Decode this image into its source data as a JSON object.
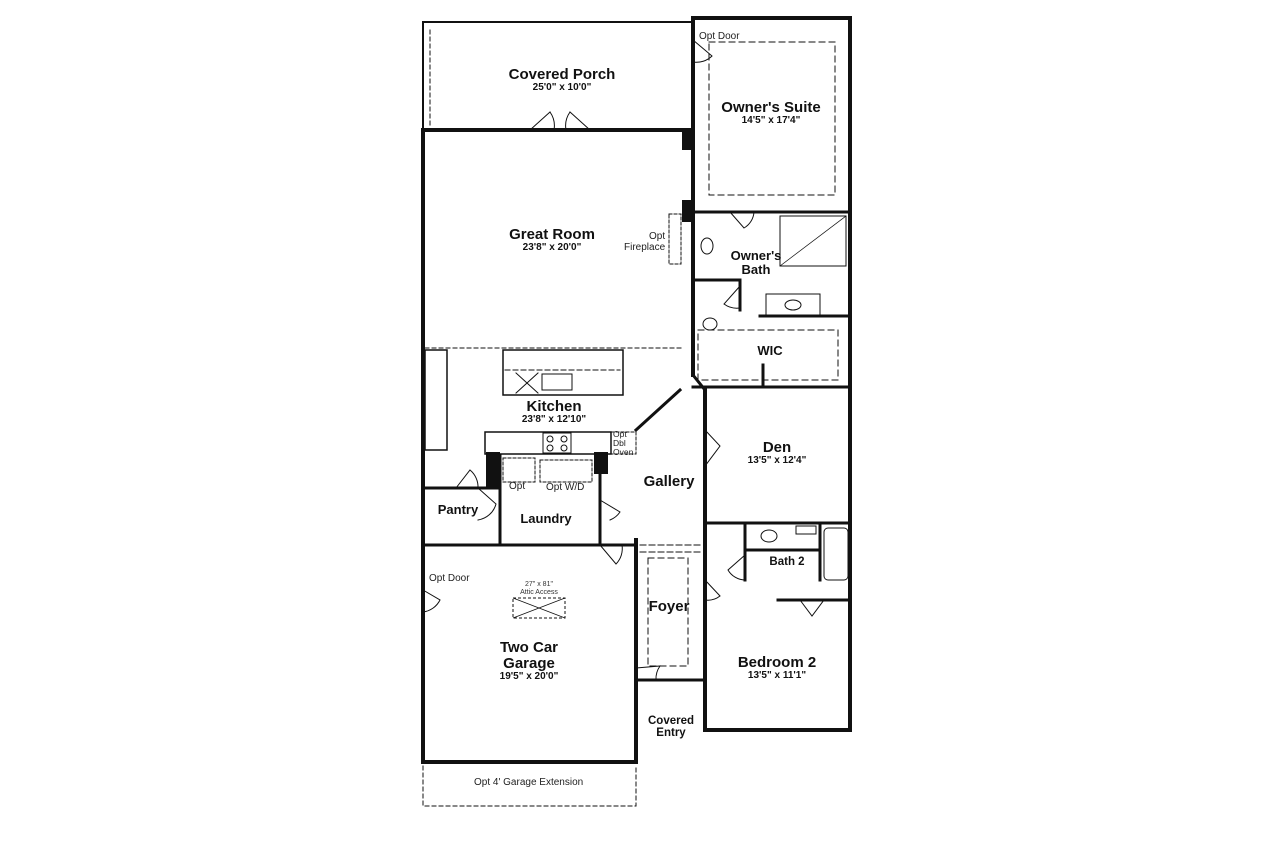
{
  "rooms": {
    "covered_porch": {
      "name": "Covered Porch",
      "dims": "25'0\" x 10'0\""
    },
    "owners_suite": {
      "name": "Owner's Suite",
      "dims": "14'5\" x 17'4\""
    },
    "great_room": {
      "name": "Great Room",
      "dims": "23'8\" x 20'0\""
    },
    "owners_bath": {
      "name_line1": "Owner's",
      "name_line2": "Bath"
    },
    "wic": {
      "name": "WIC"
    },
    "kitchen": {
      "name": "Kitchen",
      "dims": "23'8\" x 12'10\""
    },
    "den": {
      "name": "Den",
      "dims": "13'5\" x 12'4\""
    },
    "gallery": {
      "name": "Gallery"
    },
    "pantry": {
      "name": "Pantry"
    },
    "laundry": {
      "name": "Laundry"
    },
    "bath_2": {
      "name": "Bath 2"
    },
    "foyer": {
      "name": "Foyer"
    },
    "two_car_garage": {
      "name_line1": "Two Car",
      "name_line2": "Garage",
      "dims": "19'5\" x 20'0\""
    },
    "bedroom_2": {
      "name": "Bedroom 2",
      "dims": "13'5\" x 11'1\""
    },
    "covered_entry": {
      "name_line1": "Covered",
      "name_line2": "Entry"
    }
  },
  "notes": {
    "opt_door_top": "Opt Door",
    "opt_fireplace_line1": "Opt",
    "opt_fireplace_line2": "Fireplace",
    "opt_dbl_oven_line1": "Opt",
    "opt_dbl_oven_line2": "Dbl",
    "opt_dbl_oven_line3": "Oven",
    "opt_sink": "Opt",
    "opt_wd": "Opt W/D",
    "opt_door_garage": "Opt Door",
    "attic_line1": "27\" x 81\"",
    "attic_line2": "Attic Access",
    "garage_extension": "Opt 4' Garage Extension"
  }
}
